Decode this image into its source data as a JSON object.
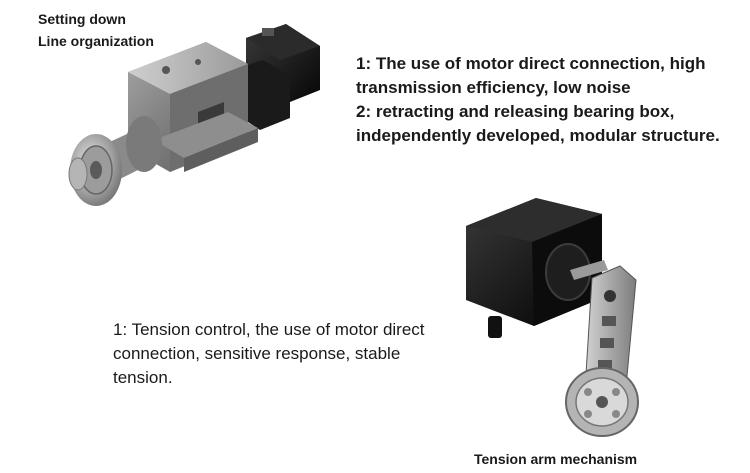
{
  "captions": {
    "top": [
      "Setting down",
      "Line organization"
    ],
    "bottom": "Tension arm mechanism"
  },
  "features_a": [
    "1: The use of motor direct connection, high transmission efficiency, low noise",
    "2: retracting and releasing bearing box, independently developed, modular structure."
  ],
  "features_b": [
    "1: Tension control, the use of motor direct connection, sensitive response, stable tension."
  ],
  "colors": {
    "motor_black": "#111111",
    "metal_gray": "#8a8a8a",
    "metal_light": "#c8c8c8"
  },
  "figures": {
    "top": "setting-down-line-organization-render",
    "bottom": "tension-arm-mechanism-render"
  }
}
